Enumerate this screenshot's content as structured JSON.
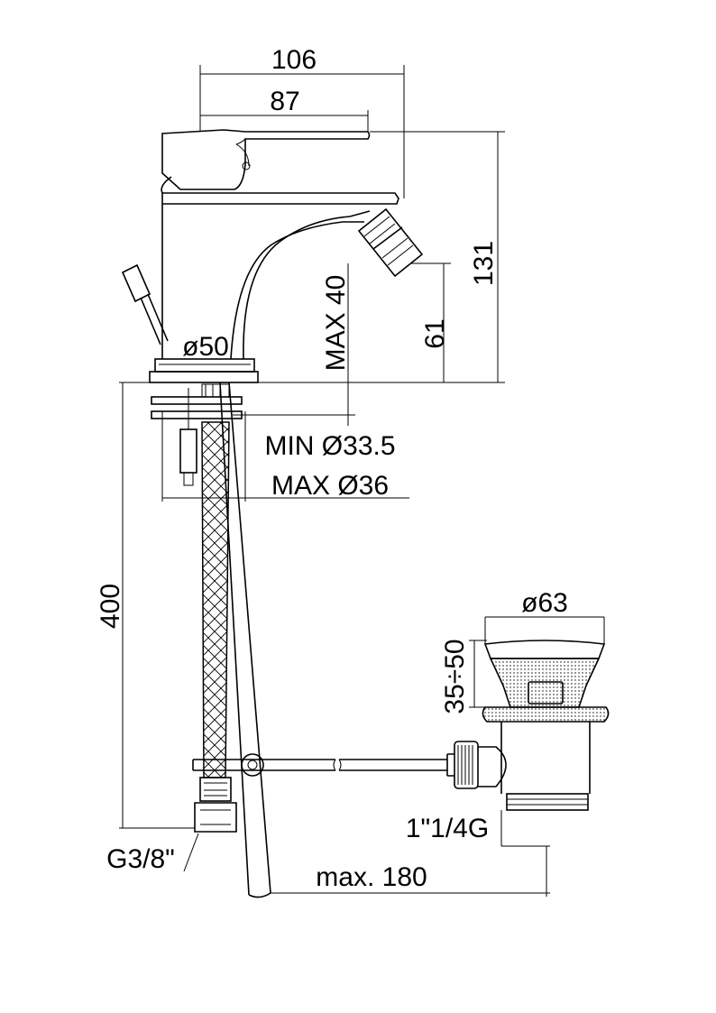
{
  "dimensions": {
    "width_total": "106",
    "spout_reach": "87",
    "height_total": "131",
    "spout_height": "61",
    "max_deck": "MAX 40",
    "base_diameter": "ø50",
    "hole_min": "MIN Ø33.5",
    "hole_max": "MAX Ø36",
    "hose_length": "400",
    "connection": "G3/8\"",
    "waste_diameter": "ø63",
    "waste_height": "35÷50",
    "waste_thread": "1\"1/4G",
    "rod_max": "max. 180"
  },
  "colors": {
    "line": "#000000",
    "background": "#ffffff"
  }
}
